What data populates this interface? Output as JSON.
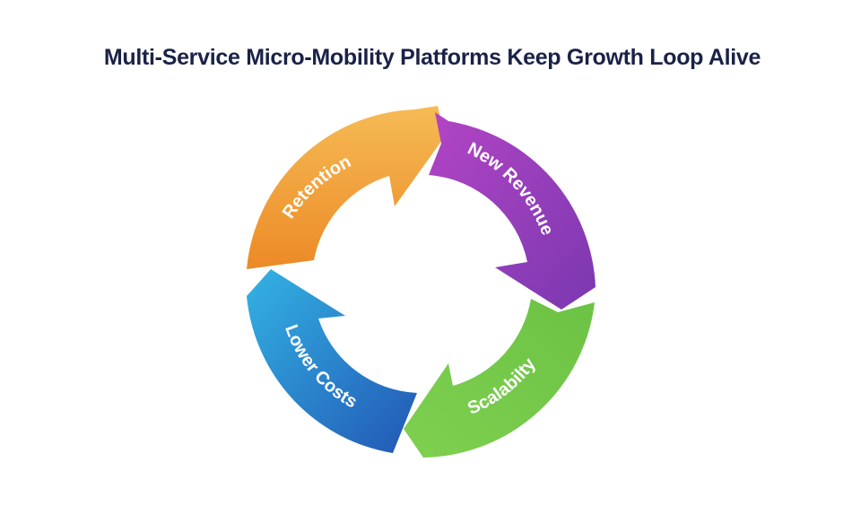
{
  "title": "Multi-Service Micro-Mobility Platforms Keep Growth Loop Alive",
  "cycle": {
    "segments": [
      {
        "label": "Retention",
        "color_start": "#f6bb55",
        "color_end": "#ec8a26",
        "position": "top-left"
      },
      {
        "label": "New Revenue",
        "color_start": "#b345c4",
        "color_end": "#7a38b0",
        "position": "top-right"
      },
      {
        "label": "Scalabilty",
        "color_start": "#7ccb4a",
        "color_end": "#4dae3c",
        "position": "bottom-right"
      },
      {
        "label": "Lower Costs",
        "color_start": "#33b3e3",
        "color_end": "#2257b5",
        "position": "bottom-left"
      }
    ]
  }
}
